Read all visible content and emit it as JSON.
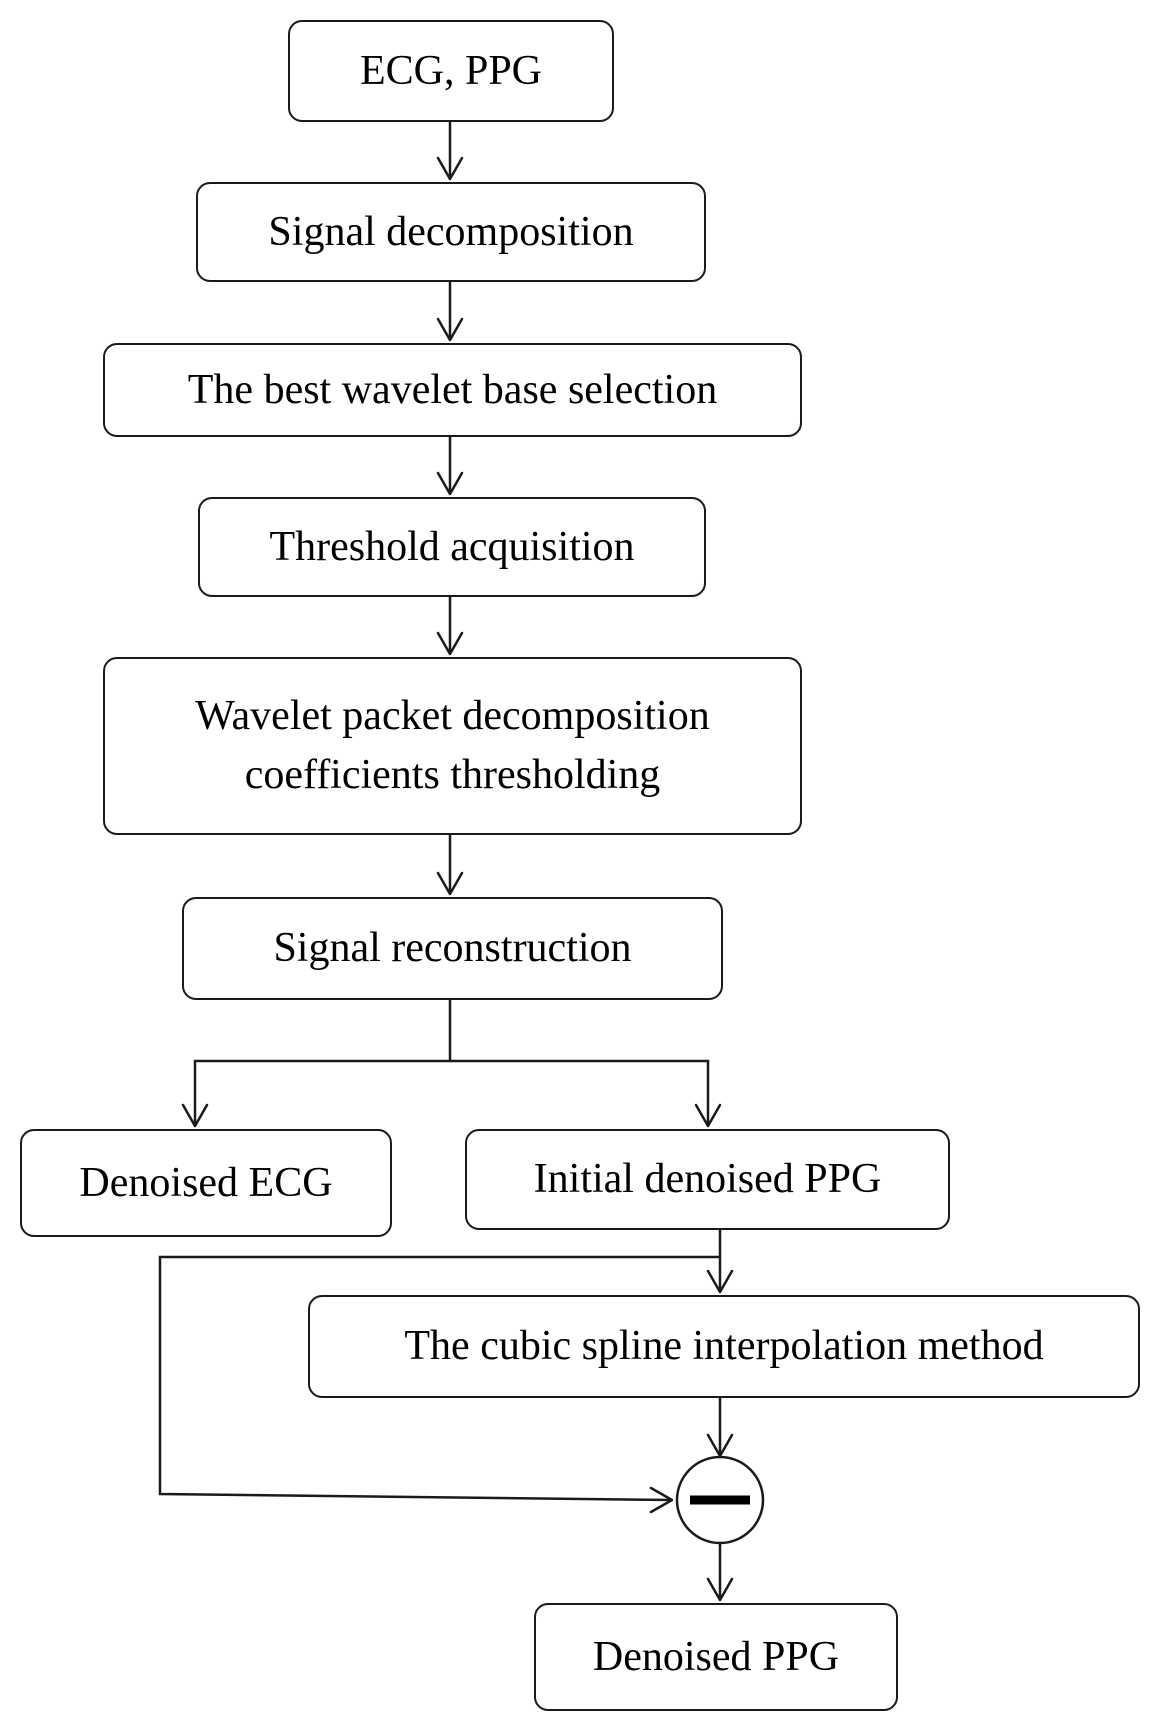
{
  "nodes": {
    "input": "ECG, PPG",
    "decomposition": "Signal decomposition",
    "wavelet_base": "The best wavelet base selection",
    "threshold": "Threshold acquisition",
    "thresholding_line1": "Wavelet packet decomposition",
    "thresholding_line2": "coefficients thresholding",
    "reconstruction": "Signal reconstruction",
    "denoised_ecg": "Denoised ECG",
    "initial_ppg": "Initial denoised PPG",
    "cubic_spline": "The cubic spline interpolation method",
    "output_ppg": "Denoised PPG"
  },
  "operator": {
    "symbol": "minus"
  }
}
